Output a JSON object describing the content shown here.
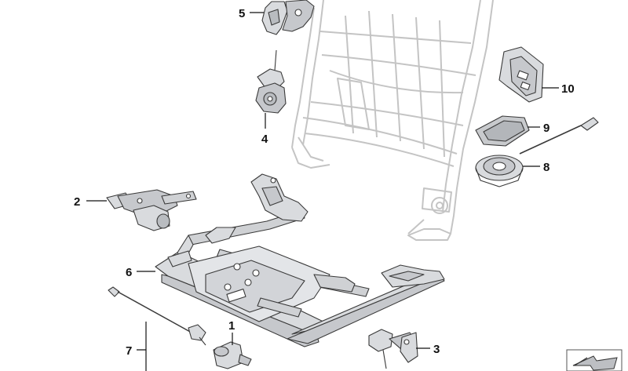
{
  "diagram": {
    "callouts": [
      {
        "id": "1",
        "text": "1"
      },
      {
        "id": "2",
        "text": "2"
      },
      {
        "id": "3",
        "text": "3"
      },
      {
        "id": "4",
        "text": "4"
      },
      {
        "id": "5",
        "text": "5"
      },
      {
        "id": "6",
        "text": "6"
      },
      {
        "id": "7",
        "text": "7"
      },
      {
        "id": "8",
        "text": "8"
      },
      {
        "id": "9",
        "text": "9"
      },
      {
        "id": "10",
        "text": "10"
      }
    ],
    "parts": [
      "seat-backrest-frame",
      "seat-base-frame",
      "height-adjust-motor",
      "backrest-recline-motor",
      "lumbar-pump",
      "side-bracket",
      "cable-link",
      "fan-unit",
      "mesh-pad",
      "control-module",
      "rail-actuator",
      "rear-spindle-drive"
    ],
    "colors": {
      "background": "#ffffff",
      "part_fill": "#d9dbde",
      "part_stroke": "#3a3a3a",
      "ghost_stroke": "#c4c4c4",
      "label": "#111111"
    }
  }
}
